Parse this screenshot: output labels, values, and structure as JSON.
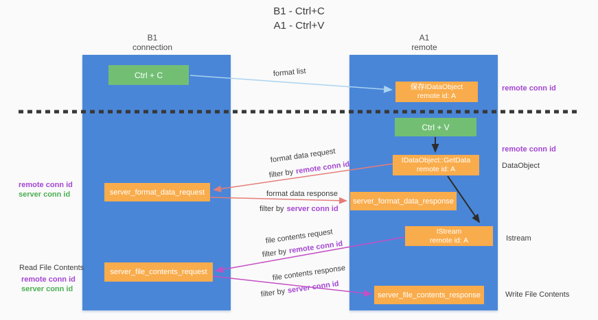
{
  "title": {
    "line1": "B1 - Ctrl+C",
    "line2": "A1 - Ctrl+V"
  },
  "lanes": {
    "left": {
      "name": "B1",
      "subtitle": "connection"
    },
    "right": {
      "name": "A1",
      "subtitle": "remote"
    }
  },
  "boxes": {
    "ctrl_c": {
      "label": "Ctrl + C"
    },
    "save_dataobject": {
      "line1": "保存IDataObject",
      "line2": "remote id: A"
    },
    "ctrl_v": {
      "label": "Ctrl + V"
    },
    "getdata": {
      "line1": "IDataObject::GetData",
      "line2": "remote id: A"
    },
    "format_request": {
      "label": "server_format_data_request"
    },
    "format_response": {
      "label": "server_format_data_response"
    },
    "istream": {
      "line1": "IStream",
      "line2": "remote id: A"
    },
    "file_request": {
      "label": "server_file_contents_request"
    },
    "file_response": {
      "label": "server_file_contents_response"
    }
  },
  "flow_labels": {
    "format_list": "format list",
    "format_data_request": "format data request",
    "format_data_response": "format data response",
    "file_contents_request": "file contents request",
    "file_contents_response": "file contents response",
    "filter_by": "filter by",
    "remote_conn_id": "remote conn id",
    "server_conn_id": "server conn id"
  },
  "side_labels": {
    "remote_conn_id_top": "remote conn id",
    "remote_conn_id_mid": "remote conn id",
    "dataobject": "DataObject",
    "istream": "Istream",
    "write_file_contents": "Write File Contents",
    "left_remote_conn_id": "remote conn id",
    "left_server_conn_id": "server conn id",
    "read_file_contents": "Read File Contents",
    "read_remote_conn_id": "remote conn id",
    "read_server_conn_id": "server conn id"
  },
  "colors": {
    "bg": "#fafafa",
    "lane_blue": "#4a86d8",
    "box_orange": "#f9ac4b",
    "box_green": "#72bf74",
    "arrow_blue": "#a9d3f0",
    "arrow_red": "#e57d78",
    "arrow_magenta": "#c44fc4",
    "arrow_black": "#2d2d2d",
    "dash_line": "#383838",
    "text_purple": "#a446d2",
    "text_green": "#4cb052",
    "text_dark": "#3b3b3b"
  }
}
